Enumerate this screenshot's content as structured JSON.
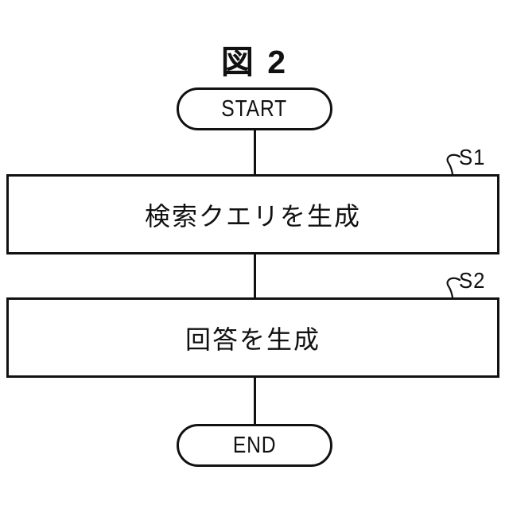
{
  "figure": {
    "title": "図 2"
  },
  "flowchart": {
    "start_label": "START",
    "end_label": "END",
    "steps": [
      {
        "id": "S1",
        "label": "検索クエリを生成"
      },
      {
        "id": "S2",
        "label": "回答を生成"
      }
    ]
  },
  "colors": {
    "line": "#111111",
    "background": "#ffffff"
  }
}
